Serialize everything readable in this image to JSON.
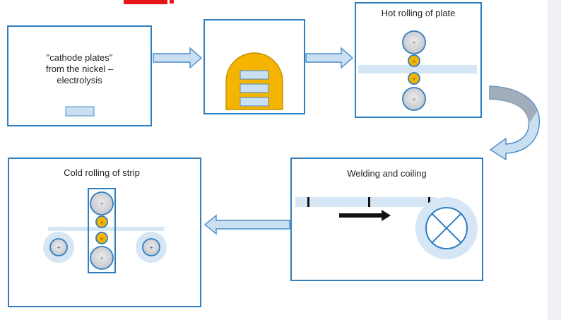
{
  "colors": {
    "box_border": "#2f7ec1",
    "arrow_fill": "#c9dff2",
    "arrow_stroke": "#4a8bc7",
    "furnace": "#f5b400",
    "roller_fill": "#d8d9dc",
    "roller_small": "#f5b400",
    "strip": "#c9dff2",
    "title_clip": "#e8161b"
  },
  "boxes": {
    "cathode": {
      "label_line1": "\"cathode plates\"",
      "label_line2": "from the nickel –",
      "label_line3": "electrolysis"
    },
    "furnace": {
      "label": ""
    },
    "hot_rolling": {
      "label": "Hot rolling of plate"
    },
    "welding": {
      "label": "Welding and coiling"
    },
    "cold_rolling": {
      "label": "Cold rolling of strip"
    }
  },
  "icons": [
    "roller-plus-icon",
    "coil-cross-icon",
    "right-arrow-icon",
    "curved-arrow-icon",
    "left-arrow-icon"
  ]
}
